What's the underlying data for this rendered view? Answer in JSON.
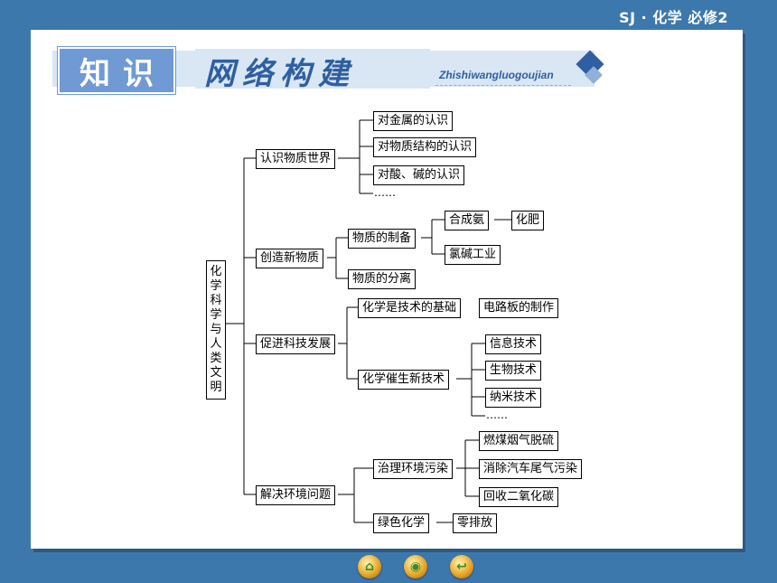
{
  "header": {
    "course": "SJ · 化学   必修2"
  },
  "banner": {
    "title_main": "知识",
    "title_sub": "网络构建",
    "title_en": "Zhishiwangluogoujian"
  },
  "diagram": {
    "root": "化学科学与人类文明",
    "b1": {
      "label": "认识物质世界",
      "items": [
        "对金属的认识",
        "对物质结构的认识",
        "对酸、碱的认识"
      ],
      "more": "……"
    },
    "b2": {
      "label": "创造新物质",
      "prep": "物质的制备",
      "ammonia": "合成氨",
      "fertilizer": "化肥",
      "chloralkali": "氯碱工业",
      "separation": "物质的分离"
    },
    "b3": {
      "label": "促进科技发展",
      "basis": "化学是技术的基础",
      "pcb": "电路板的制作",
      "newtech": "化学催生新技术",
      "techs": [
        "信息技术",
        "生物技术",
        "纳米技术"
      ],
      "more": "……"
    },
    "b4": {
      "label": "解决环境问题",
      "pollution": "治理环境污染",
      "measures": [
        "燃煤烟气脱硫",
        "消除汽车尾气污染",
        "回收二氧化碳"
      ],
      "green": "绿色化学",
      "zero": "零排放"
    }
  },
  "nav": {
    "icons": [
      "home-icon",
      "globe-icon",
      "back-icon"
    ]
  }
}
